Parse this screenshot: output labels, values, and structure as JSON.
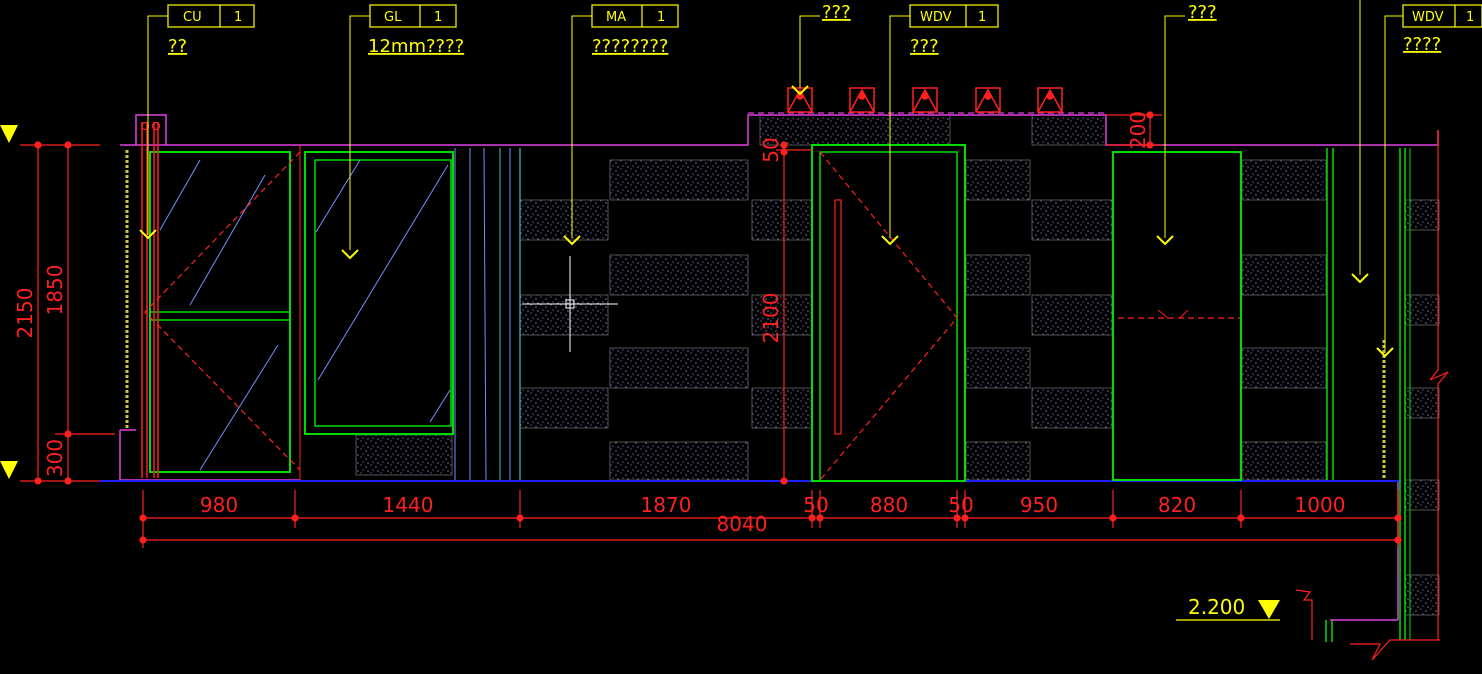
{
  "colors": {
    "background": "#000000",
    "dimension": "#ff2020",
    "leader": "#ffff00",
    "frame": "#00dd00",
    "wall": "#e040e0",
    "glass": "#7090ff",
    "floor": "#2020ff"
  },
  "tags": [
    {
      "code": "CU",
      "num": "1",
      "note": "??"
    },
    {
      "code": "GL",
      "num": "1",
      "note": "12mm????"
    },
    {
      "code": "MA",
      "num": "1",
      "note": "????????"
    },
    {
      "code": "WDV",
      "num": "1",
      "note": "???"
    },
    {
      "code": "WDV",
      "num": "1",
      "note": "????"
    }
  ],
  "loose_notes": [
    "???",
    "???"
  ],
  "horizontal_dims": [
    "980",
    "1440",
    "1870",
    "50",
    "880",
    "50",
    "950",
    "820",
    "1000"
  ],
  "total_dim": "8040",
  "vertical_dims": {
    "left_outer": "2150",
    "left_inner": "1850",
    "left_base": "300",
    "door_top": "50",
    "door_height": "2100",
    "ceiling_offset": "200"
  },
  "level_mark": "2.200",
  "icons": [
    "level-marker-icon",
    "ceiling-light-icon",
    "crosshair-cursor-icon",
    "break-line-icon"
  ]
}
